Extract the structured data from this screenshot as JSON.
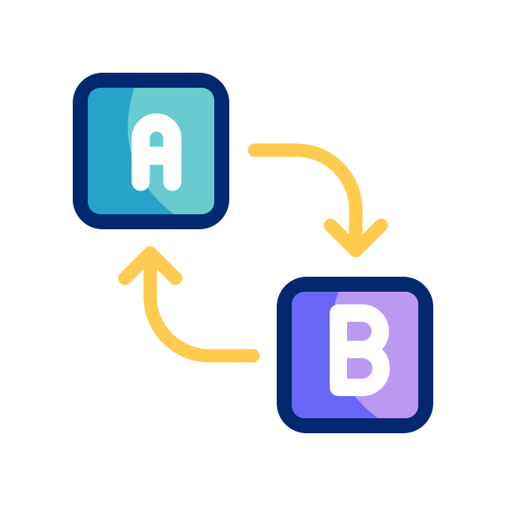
{
  "icon": {
    "name": "swap-a-b-icon",
    "colors": {
      "background": "#ffffff",
      "outline": "#03286f",
      "box_a_dark": "#27a2cb",
      "box_a_light": "#67cbd0",
      "box_b_dark": "#6a66f6",
      "box_b_light": "#bb99f2",
      "letter": "#ffffff",
      "arrow": "#fecb4f"
    },
    "box_a": {
      "letter": "A"
    },
    "box_b": {
      "letter": "B"
    },
    "arrows": [
      {
        "name": "arrow-a-to-b",
        "direction": "down"
      },
      {
        "name": "arrow-b-to-a",
        "direction": "up"
      }
    ]
  }
}
